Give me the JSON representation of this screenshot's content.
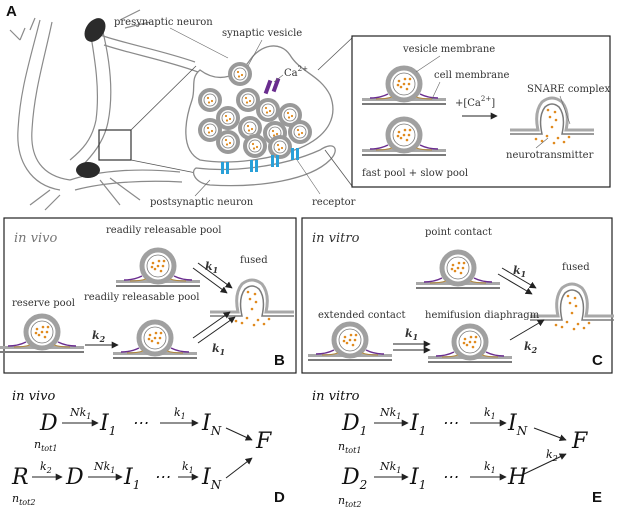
{
  "panel_a": {
    "letter": "A",
    "labels": {
      "presynaptic": "presynaptic neuron",
      "synaptic_vesicle": "synaptic vesicle",
      "ca": "Ca",
      "ca_sup": "2+",
      "postsynaptic": "postsynaptic neuron",
      "receptor": "receptor",
      "vesicle_membrane": "vesicle membrane",
      "cell_membrane": "cell membrane",
      "ca_trigger": "+[Ca",
      "ca_trigger_sup": "2+",
      "ca_trigger_close": "]",
      "snare": "SNARE complex",
      "neurotransmitter": "neurotransmitter",
      "pools": "fast pool + slow pool"
    }
  },
  "panel_b": {
    "letter": "B",
    "title": "in vivo",
    "rrp_top": "readily releasable pool",
    "fused": "fused",
    "reserve": "reserve pool",
    "rrp_bottom": "readily releasable pool",
    "k1": "k",
    "k1_sub": "1",
    "k2": "k",
    "k2_sub": "2"
  },
  "panel_c": {
    "letter": "C",
    "title": "in vitro",
    "point_contact": "point contact",
    "fused": "fused",
    "extended": "extended contact",
    "hemifusion": "hemifusion diaphragm",
    "k1": "k",
    "k1_sub": "1",
    "k2": "k",
    "k2_sub": "2"
  },
  "panel_d": {
    "letter": "D",
    "title": "in vivo",
    "row1": {
      "D": "D",
      "ntot": "n",
      "ntot_sub": "tot1",
      "I1": "I",
      "I1_sub": "1",
      "dots": "⋯",
      "IN": "I",
      "IN_sub": "N",
      "rate1": "Nk",
      "rate1_sub": "1",
      "rate2": "k",
      "rate2_sub": "1"
    },
    "row2": {
      "R": "R",
      "ntot": "n",
      "ntot_sub": "tot2",
      "k2": "k",
      "k2_sub": "2",
      "D": "D",
      "I1": "I",
      "I1_sub": "1",
      "dots": "⋯",
      "IN": "I",
      "IN_sub": "N",
      "rate1": "Nk",
      "rate1_sub": "1",
      "rate2": "k",
      "rate2_sub": "1"
    },
    "F": "F"
  },
  "panel_e": {
    "letter": "E",
    "title": "in vitro",
    "row1": {
      "D": "D",
      "D_sub": "1",
      "ntot": "n",
      "ntot_sub": "tot1",
      "I1": "I",
      "I1_sub": "1",
      "dots": "⋯",
      "IN": "I",
      "IN_sub": "N",
      "rate1": "Nk",
      "rate1_sub": "1",
      "rate2": "k",
      "rate2_sub": "1"
    },
    "row2": {
      "D": "D",
      "D_sub": "2",
      "ntot": "n",
      "ntot_sub": "tot2",
      "I1": "I",
      "I1_sub": "1",
      "dots": "⋯",
      "H": "H",
      "rate1": "Nk",
      "rate1_sub": "1",
      "rate2": "k",
      "rate2_sub": "1"
    },
    "k2": "k",
    "k2_sub": "2",
    "F": "F"
  },
  "colors": {
    "membrane": "#a8a8a8",
    "membrane_dark": "#7a7a7a",
    "dot": "#e08a1e",
    "receptor": "#2aa0d8",
    "ca_channel": "#6a2d8f",
    "snare": "#6a2d8f",
    "neuron_dark": "#2b2b2b"
  }
}
